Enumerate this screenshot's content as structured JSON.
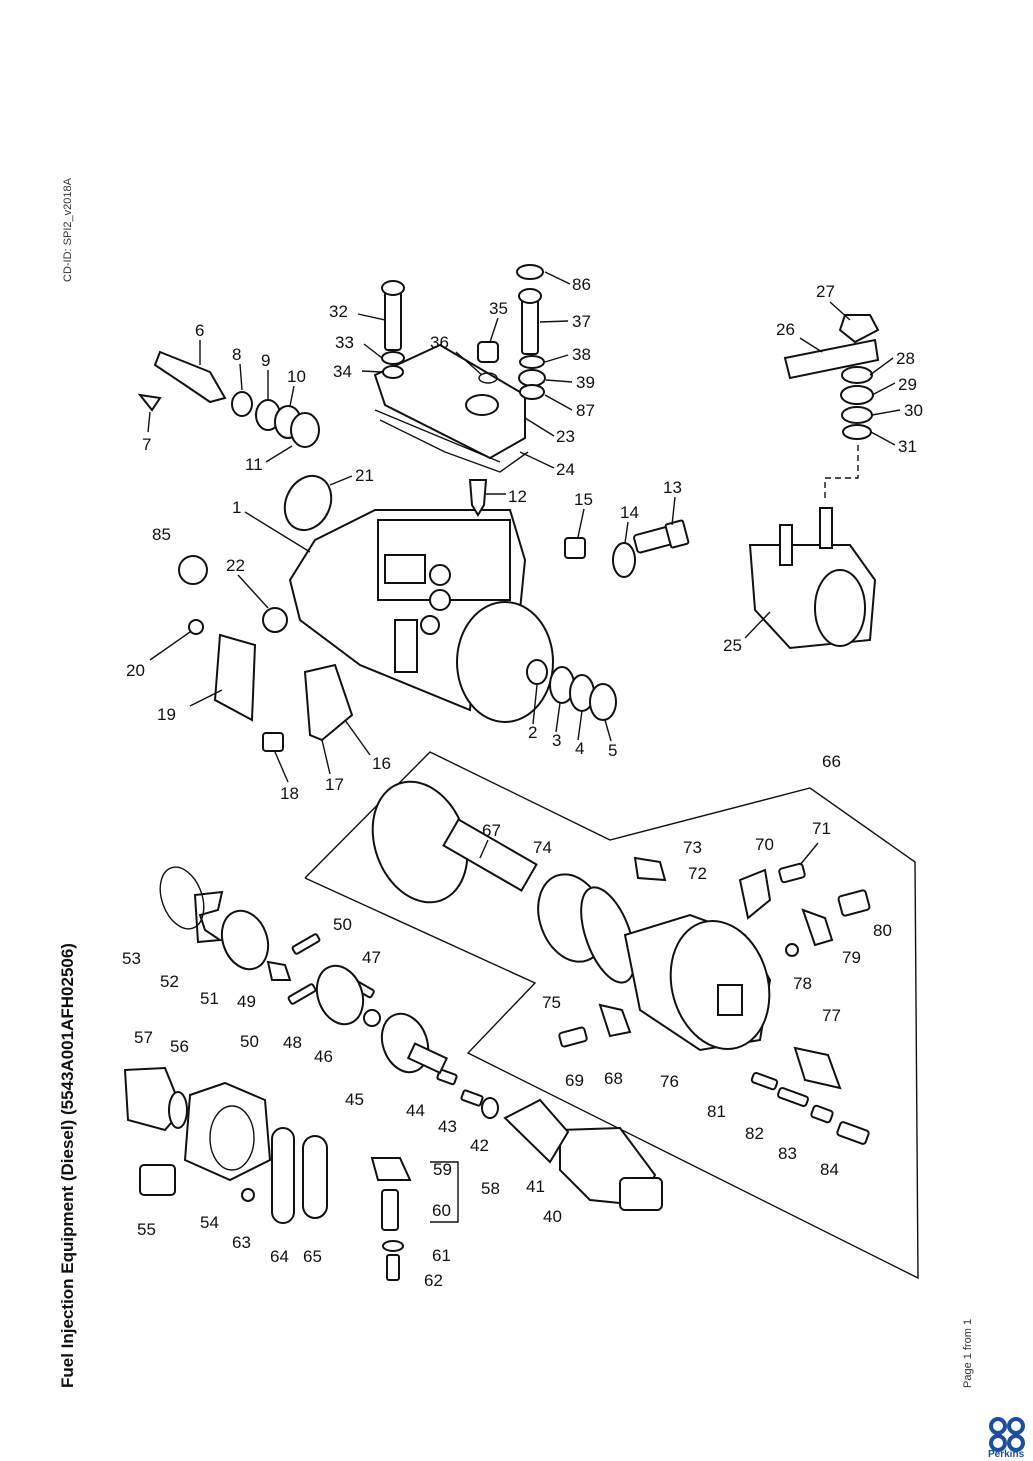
{
  "document": {
    "title": "Fuel Injection Equipment (Diesel) (5543A001AFH02506)",
    "cd_id": "CD-ID: SPI2_v2018A",
    "page_indicator": "Page 1 from 1",
    "brand": "Perkins",
    "brand_color": "#1b4f9c"
  },
  "callouts": [
    "1",
    "2",
    "3",
    "4",
    "5",
    "6",
    "7",
    "8",
    "9",
    "10",
    "11",
    "12",
    "13",
    "14",
    "15",
    "16",
    "17",
    "18",
    "19",
    "20",
    "21",
    "22",
    "23",
    "24",
    "25",
    "26",
    "27",
    "28",
    "29",
    "30",
    "31",
    "32",
    "33",
    "34",
    "35",
    "36",
    "37",
    "38",
    "39",
    "40",
    "41",
    "42",
    "43",
    "44",
    "45",
    "46",
    "47",
    "48",
    "49",
    "50",
    "51",
    "52",
    "53",
    "54",
    "55",
    "56",
    "57",
    "58",
    "59",
    "60",
    "61",
    "62",
    "63",
    "64",
    "65",
    "66",
    "67",
    "68",
    "69",
    "70",
    "71",
    "72",
    "73",
    "74",
    "75",
    "76",
    "77",
    "78",
    "79",
    "80",
    "81",
    "82",
    "83",
    "84",
    "85",
    "86",
    "87"
  ],
  "group_labels": {
    "top": "50",
    "bottom": "50"
  }
}
